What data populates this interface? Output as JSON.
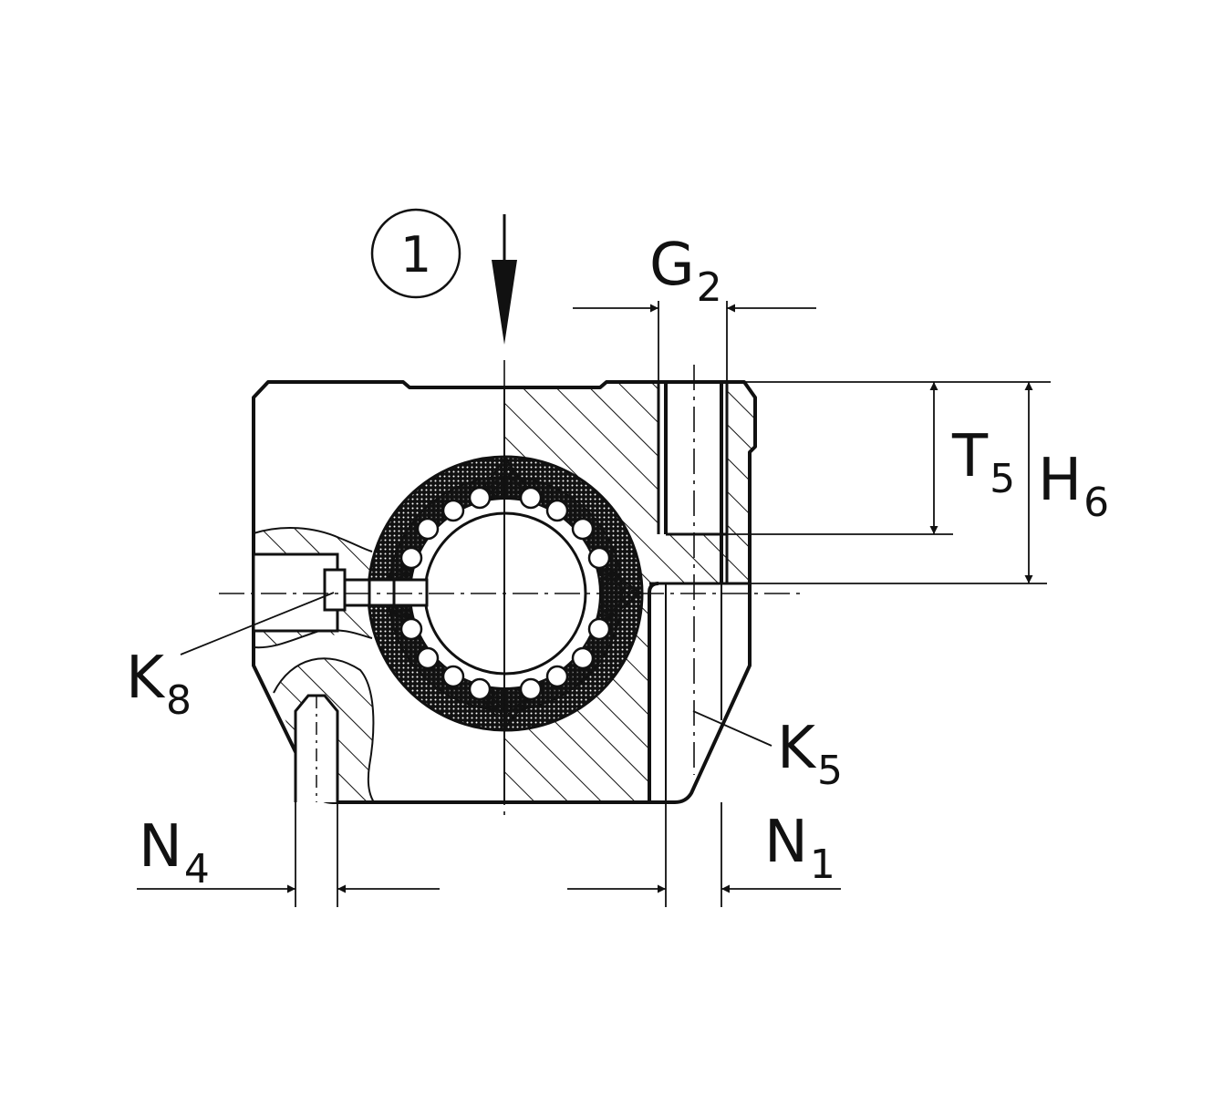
{
  "callout": {
    "number": "1"
  },
  "labels": {
    "G": {
      "main": "G",
      "sub": "2"
    },
    "T": {
      "main": "T",
      "sub": "5"
    },
    "H": {
      "main": "H",
      "sub": "6"
    },
    "K8": {
      "main": "K",
      "sub": "8"
    },
    "K5": {
      "main": "K",
      "sub": "5"
    },
    "N4": {
      "main": "N",
      "sub": "4"
    },
    "N1": {
      "main": "N",
      "sub": "1"
    }
  },
  "colors": {
    "line": "#111111",
    "background": "#ffffff"
  }
}
